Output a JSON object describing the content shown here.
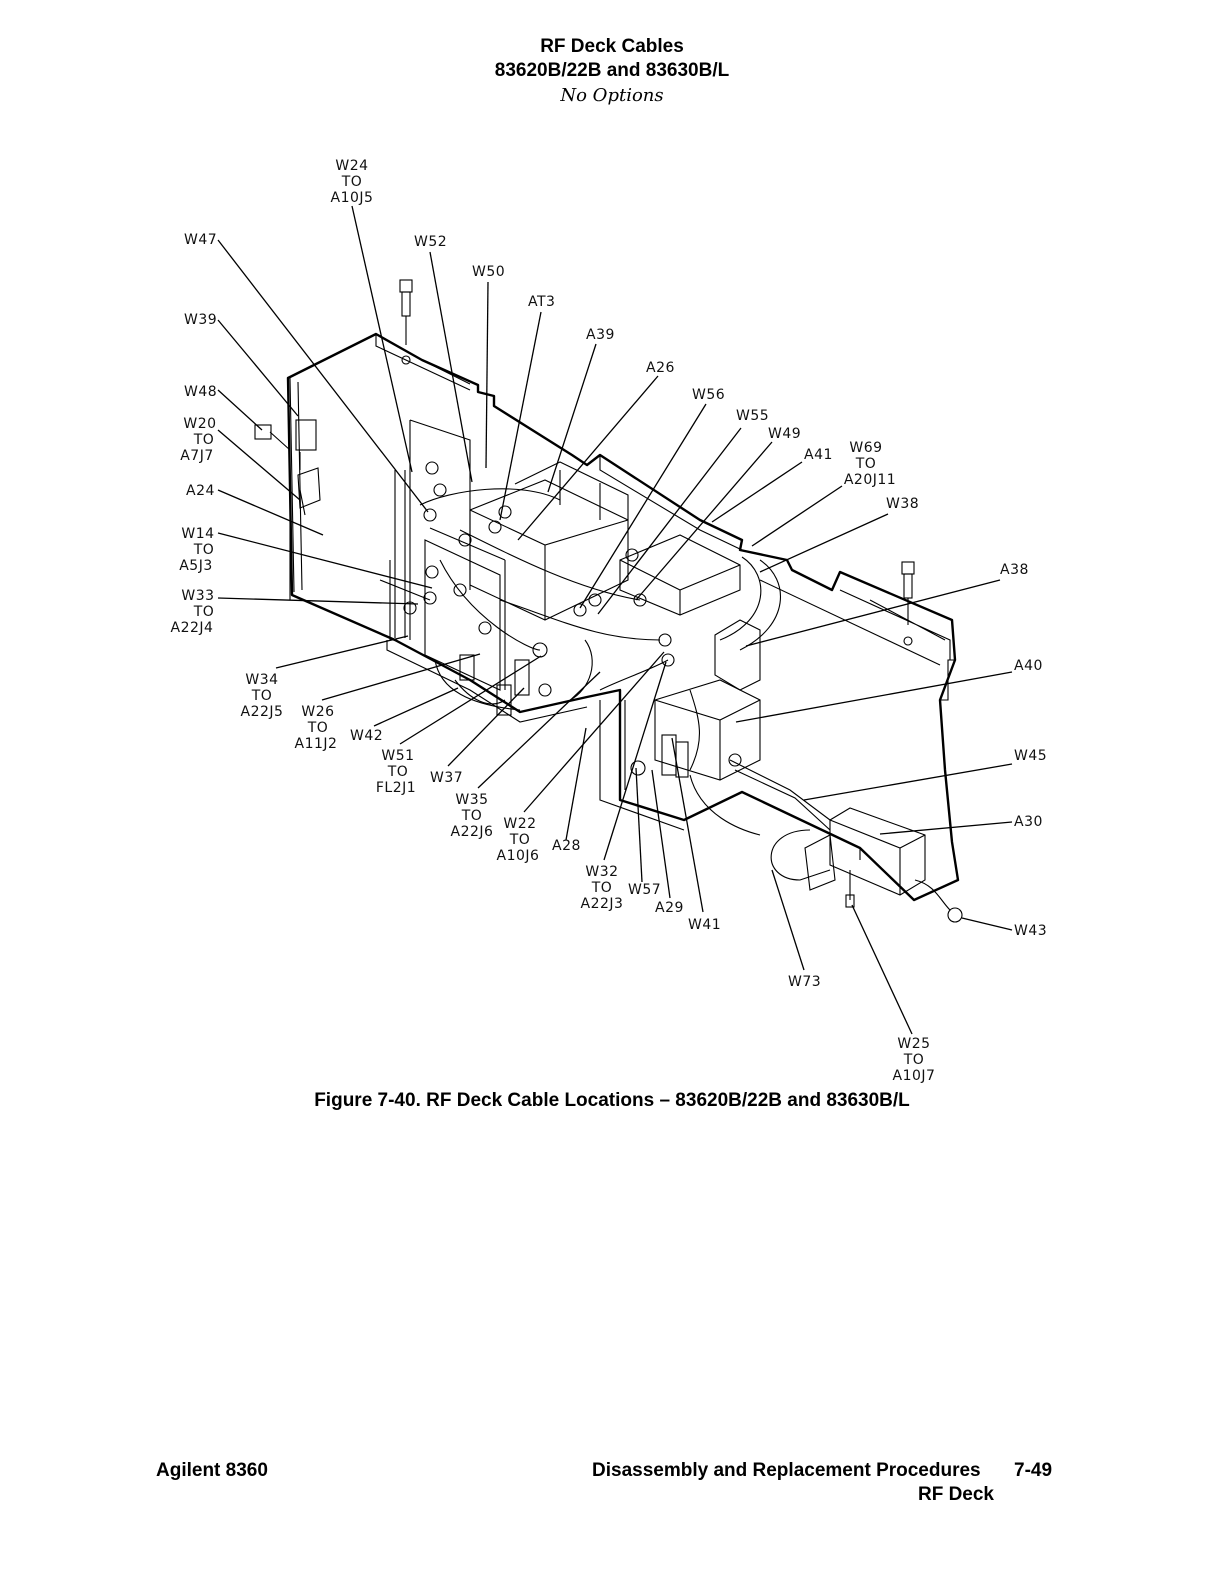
{
  "header": {
    "title": "RF Deck Cables",
    "models": "83620B/22B and 83630B/L",
    "options": "No Options"
  },
  "figure": {
    "caption": "Figure 7-40. RF Deck Cable Locations – 83620B/22B and 83630B/L",
    "callouts": [
      {
        "id": "w24",
        "lines": [
          "W24",
          "TO",
          "A10J5"
        ]
      },
      {
        "id": "w47",
        "lines": [
          "W47"
        ]
      },
      {
        "id": "w52",
        "lines": [
          "W52"
        ]
      },
      {
        "id": "w50",
        "lines": [
          "W50"
        ]
      },
      {
        "id": "at3",
        "lines": [
          "AT3"
        ]
      },
      {
        "id": "w39",
        "lines": [
          "W39"
        ]
      },
      {
        "id": "a39",
        "lines": [
          "A39"
        ]
      },
      {
        "id": "a26",
        "lines": [
          "A26"
        ]
      },
      {
        "id": "w48",
        "lines": [
          "W48"
        ]
      },
      {
        "id": "w56",
        "lines": [
          "W56"
        ]
      },
      {
        "id": "w20",
        "lines": [
          "W20",
          "TO",
          "A7J7"
        ]
      },
      {
        "id": "w55",
        "lines": [
          "W55"
        ]
      },
      {
        "id": "w49",
        "lines": [
          "W49"
        ]
      },
      {
        "id": "a41",
        "lines": [
          "A41"
        ]
      },
      {
        "id": "w69",
        "lines": [
          "W69",
          "TO",
          "A20J11"
        ]
      },
      {
        "id": "a24",
        "lines": [
          "A24"
        ]
      },
      {
        "id": "w38",
        "lines": [
          "W38"
        ]
      },
      {
        "id": "w14",
        "lines": [
          "W14",
          "TO",
          "A5J3"
        ]
      },
      {
        "id": "a38",
        "lines": [
          "A38"
        ]
      },
      {
        "id": "w33",
        "lines": [
          "W33",
          "TO",
          "A22J4"
        ]
      },
      {
        "id": "a40",
        "lines": [
          "A40"
        ]
      },
      {
        "id": "w34",
        "lines": [
          "W34",
          "TO",
          "A22J5"
        ]
      },
      {
        "id": "w26",
        "lines": [
          "W26",
          "TO",
          "A11J2"
        ]
      },
      {
        "id": "w42",
        "lines": [
          "W42"
        ]
      },
      {
        "id": "w45",
        "lines": [
          "W45"
        ]
      },
      {
        "id": "w51",
        "lines": [
          "W51",
          "TO",
          "FL2J1"
        ]
      },
      {
        "id": "w37",
        "lines": [
          "W37"
        ]
      },
      {
        "id": "w35",
        "lines": [
          "W35",
          "TO",
          "A22J6"
        ]
      },
      {
        "id": "w22",
        "lines": [
          "W22",
          "TO",
          "A10J6"
        ]
      },
      {
        "id": "a30",
        "lines": [
          "A30"
        ]
      },
      {
        "id": "a28",
        "lines": [
          "A28"
        ]
      },
      {
        "id": "w32",
        "lines": [
          "W32",
          "TO",
          "A22J3"
        ]
      },
      {
        "id": "w57",
        "lines": [
          "W57"
        ]
      },
      {
        "id": "a29",
        "lines": [
          "A29"
        ]
      },
      {
        "id": "w41",
        "lines": [
          "W41"
        ]
      },
      {
        "id": "w43",
        "lines": [
          "W43"
        ]
      },
      {
        "id": "w73",
        "lines": [
          "W73"
        ]
      },
      {
        "id": "w25",
        "lines": [
          "W25",
          "TO",
          "A10J7"
        ]
      }
    ]
  },
  "footer": {
    "left": "Agilent 8360",
    "right": "Disassembly and Replacement Procedures",
    "page": "7-49",
    "section": "RF Deck"
  }
}
